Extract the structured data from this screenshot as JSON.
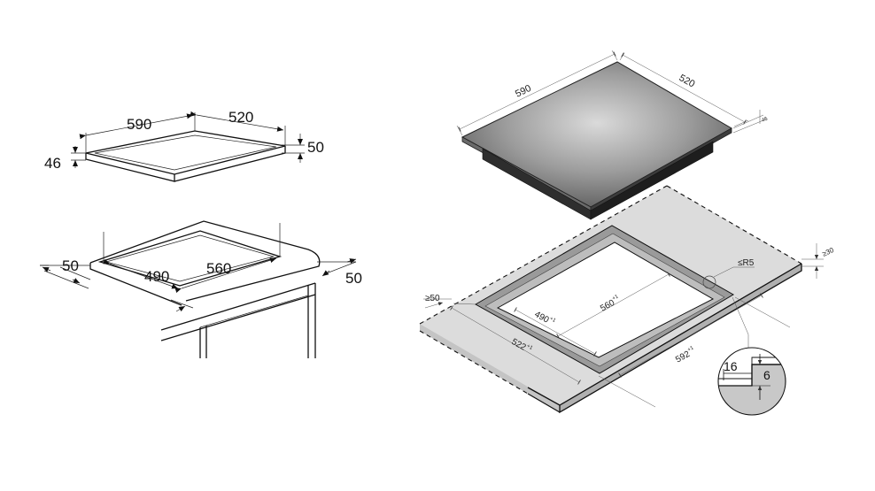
{
  "left_top": {
    "width": "590",
    "depth": "520",
    "height_left": "46",
    "height_right": "50"
  },
  "left_bottom": {
    "margin_left": "50",
    "cutout_depth": "490",
    "cutout_width": "560",
    "margin_right": "50"
  },
  "right_hob": {
    "width": "590",
    "depth": "520",
    "thickness": "46"
  },
  "right_counter": {
    "front_min": "≥50",
    "corner_radius": "≤R5",
    "cutout_depth": "490",
    "cutout_width": "560",
    "cutout_sup": "+1",
    "recess_depth": "522",
    "recess_width": "592",
    "recess_sup": "+1",
    "counter_min": "≥30"
  },
  "detail": {
    "width": "16",
    "depth": "6"
  },
  "colors": {
    "line": "#111111",
    "hob_dark": "#5a5a5a",
    "hob_light": "#d8d8d8",
    "counter": "#dcdcdc",
    "recess": "#9a9a9a"
  }
}
